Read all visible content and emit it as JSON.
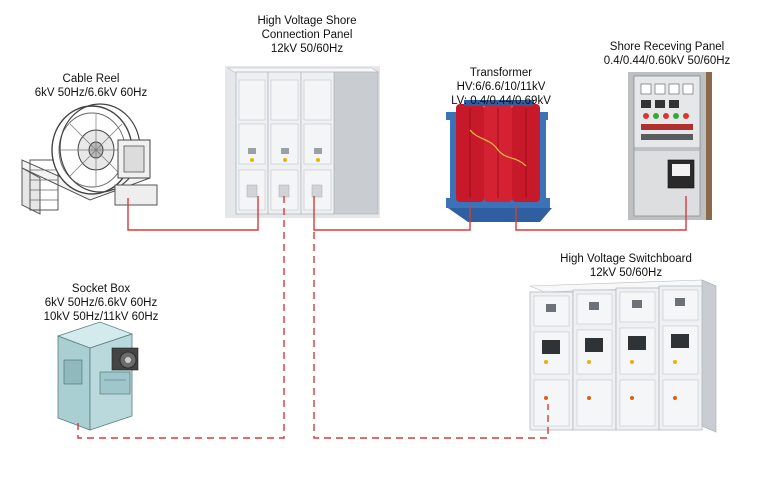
{
  "components": {
    "cable_reel": {
      "title": "Cable Reel",
      "spec": "6kV 50Hz/6.6kV 60Hz"
    },
    "shore_panel": {
      "title1": "High Voltage Shore",
      "title2": "Connection Panel",
      "spec": "12kV 50/60Hz"
    },
    "transformer": {
      "title": "Transformer",
      "hv": "HV:6/6.6/10/11kV",
      "lv": "LV: 0.4/0.44/0.69kV"
    },
    "receiving_panel": {
      "title": "Shore Receving Panel",
      "spec": "0.4/0.44/0.60kV 50/60Hz"
    },
    "socket_box": {
      "title": "Socket Box",
      "spec1": "6kV 50Hz/6.6kV 60Hz",
      "spec2": "10kV 50Hz/11kV 60Hz"
    },
    "switchboard": {
      "title": "High Voltage Switchboard",
      "spec": "12kV 50/60Hz"
    }
  },
  "colors": {
    "wire": "#d93a3a",
    "cabinet_light": "#eef0f2",
    "cabinet_mid": "#d7dbdf",
    "cabinet_dark": "#9aa1a8",
    "transformer_red": "#c8192a",
    "transformer_base": "#3c72b8",
    "socket_box": "#b9d9dc",
    "receiving_panel": "#dcdedf"
  },
  "connections": [
    {
      "from": "cable-reel",
      "to": "shore-connection-panel",
      "style": "solid"
    },
    {
      "from": "shore-connection-panel",
      "to": "transformer",
      "style": "solid"
    },
    {
      "from": "transformer",
      "to": "shore-receiving-panel",
      "style": "solid"
    },
    {
      "from": "shore-connection-panel",
      "to": "socket-box",
      "style": "dashed"
    },
    {
      "from": "shore-connection-panel",
      "to": "high-voltage-switchboard",
      "style": "dashed"
    }
  ]
}
